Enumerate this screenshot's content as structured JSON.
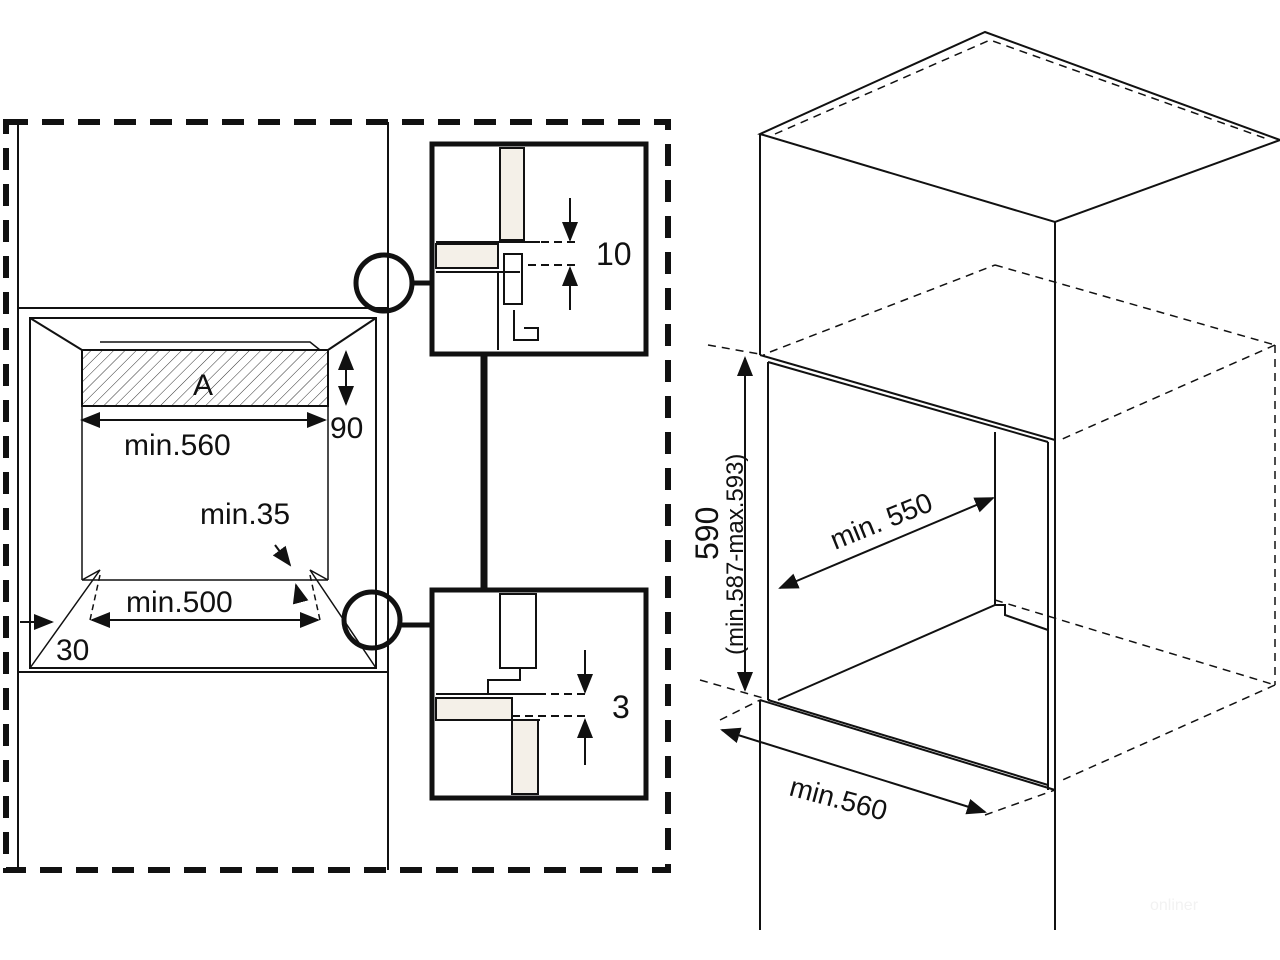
{
  "left_panel": {
    "label_a": "A",
    "dim_height": "90",
    "dim_width": "min.560",
    "dim_side": "min.35",
    "dim_bottom_width": "min.500",
    "dim_offset": "30",
    "detail_top_gap": "10",
    "detail_bottom_gap": "3"
  },
  "right_panel": {
    "dim_height": "590",
    "dim_height_range": "(min.587-max.593)",
    "dim_depth": "min. 550",
    "dim_width": "min.560"
  },
  "watermark": "onliner"
}
